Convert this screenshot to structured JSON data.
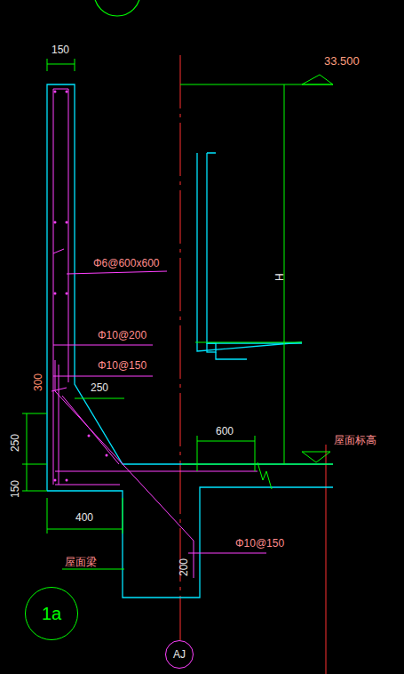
{
  "diagram": {
    "nodes": [
      {
        "text": [
          "1a"
        ]
      },
      {
        "text": [
          "AJ"
        ]
      }
    ],
    "labels": [
      "150",
      "33.500",
      "Φ6@600x600",
      "H",
      "Φ10@200",
      "Φ10@150",
      "300",
      "250",
      "250",
      "150",
      "600",
      "屋面标高",
      "400",
      "屋面梁",
      "Φ10@150",
      "200"
    ]
  }
}
